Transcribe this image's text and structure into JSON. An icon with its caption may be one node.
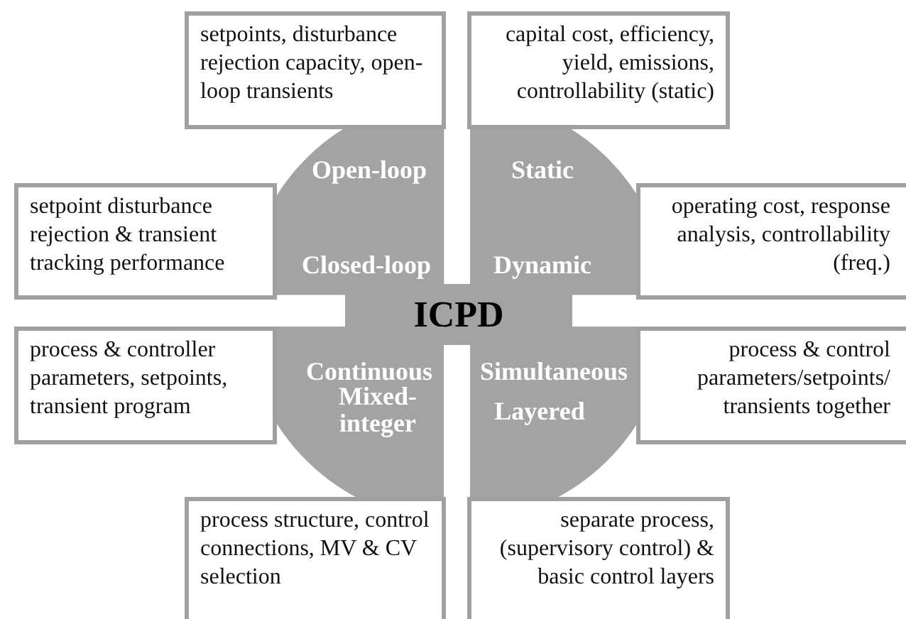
{
  "diagram": {
    "nodes": [
      {
        "text": [
          "setpoints, disturbance rejection capacity, open-loop transients"
        ]
      },
      {
        "text": [
          "capital cost, efficiency, yield, emissions, controllability (static)"
        ]
      },
      {
        "text": [
          "setpoint disturbance rejection & transient tracking performance"
        ]
      },
      {
        "text": [
          "Open-loop",
          "Closed-loop"
        ]
      },
      {
        "text": [
          "Static",
          "Dynamic"
        ]
      },
      {
        "text": [
          "operating cost, response analysis, controllability (freq.)"
        ]
      },
      {
        "text": [
          "ICPD"
        ]
      },
      {
        "text": [
          "process & controller parameters, setpoints, transient program"
        ]
      },
      {
        "text": [
          "Continuous",
          "Mixed- integer"
        ]
      },
      {
        "text": [
          "Simultaneous",
          "Layered"
        ]
      },
      {
        "text": [
          "process & control parameters/setpoints/ transients together"
        ]
      },
      {
        "text": [
          "process structure, control connections, MV & CV selection"
        ]
      },
      {
        "text": [
          "separate process, (supervisory control) & basic control layers"
        ]
      }
    ],
    "edges": []
  }
}
